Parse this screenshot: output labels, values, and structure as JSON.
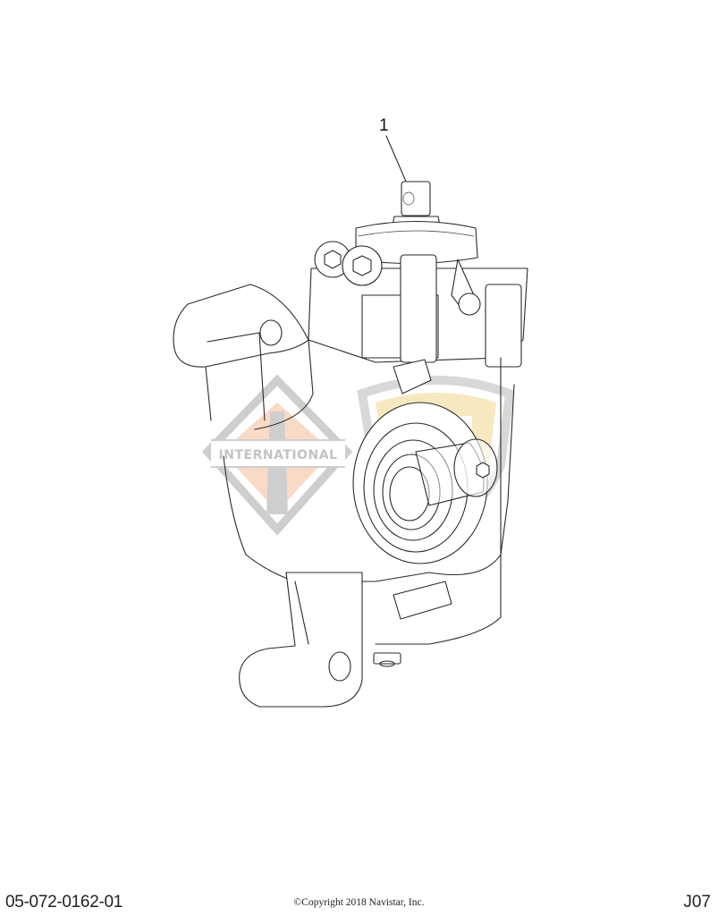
{
  "diagram": {
    "subject": "Steering gear assembly parts illustration",
    "callouts": [
      {
        "number": "1",
        "target": "input shaft"
      }
    ]
  },
  "watermarks": {
    "left_logo": {
      "text": "INTERNATIONAL",
      "diamond_color": "#c8c8c8",
      "fill_color": "#f7d3bd"
    },
    "right_logo": {
      "shield_color": "#d4d4d4",
      "fill_color": "#f5e2b0"
    }
  },
  "footer": {
    "illustration_id": "05-072-0162-01",
    "copyright": "©Copyright 2018 Navistar, Inc.",
    "code": "J07"
  }
}
